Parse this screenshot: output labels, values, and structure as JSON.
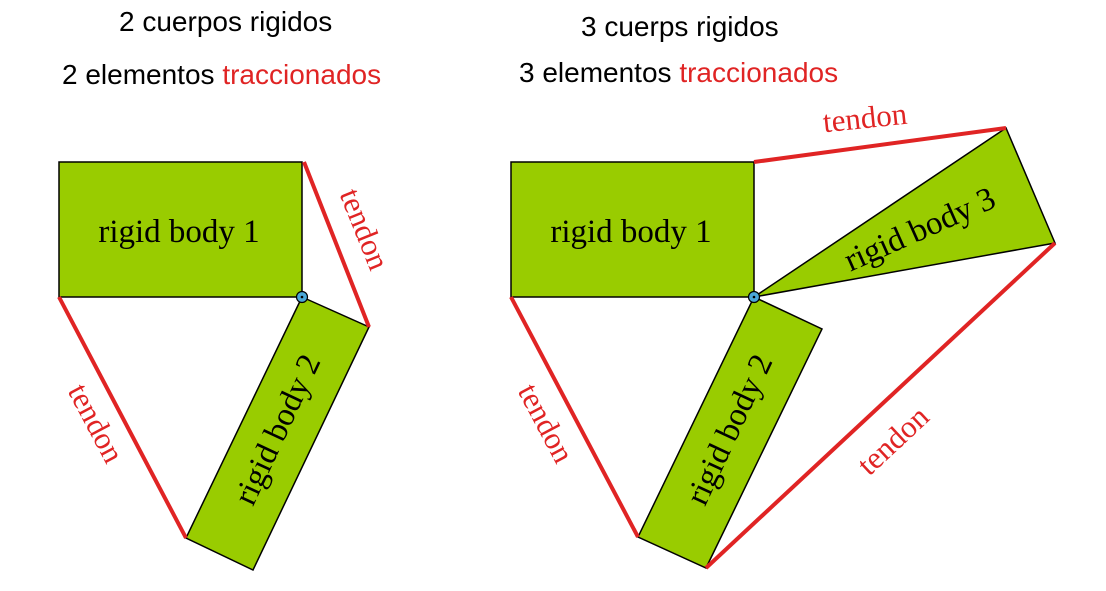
{
  "left_panel": {
    "heading_line1": "2 cuerpos rigidos",
    "heading_line2_prefix": "2 elementos",
    "heading_line2_accent": "traccionados",
    "body_1_label": "rigid body 1",
    "body_2_label": "rigid body 2",
    "tendon_top_label": "tendon",
    "tendon_bottom_label": "tendon"
  },
  "right_panel": {
    "heading_line1": "3 cuerps rigidos",
    "heading_line2_prefix": "3 elementos",
    "heading_line2_accent": "traccionados",
    "body_1_label": "rigid body 1",
    "body_2_label": "rigid body 2",
    "body_3_label": "rigid body 3",
    "tendon_top_label": "tendon",
    "tendon_left_label": "tendon",
    "tendon_right_label": "tendon"
  },
  "colors": {
    "rigid_body_fill": "#99cc00",
    "tendon": "#e02424",
    "text": "#000000",
    "joint": "#4aa8d8"
  }
}
